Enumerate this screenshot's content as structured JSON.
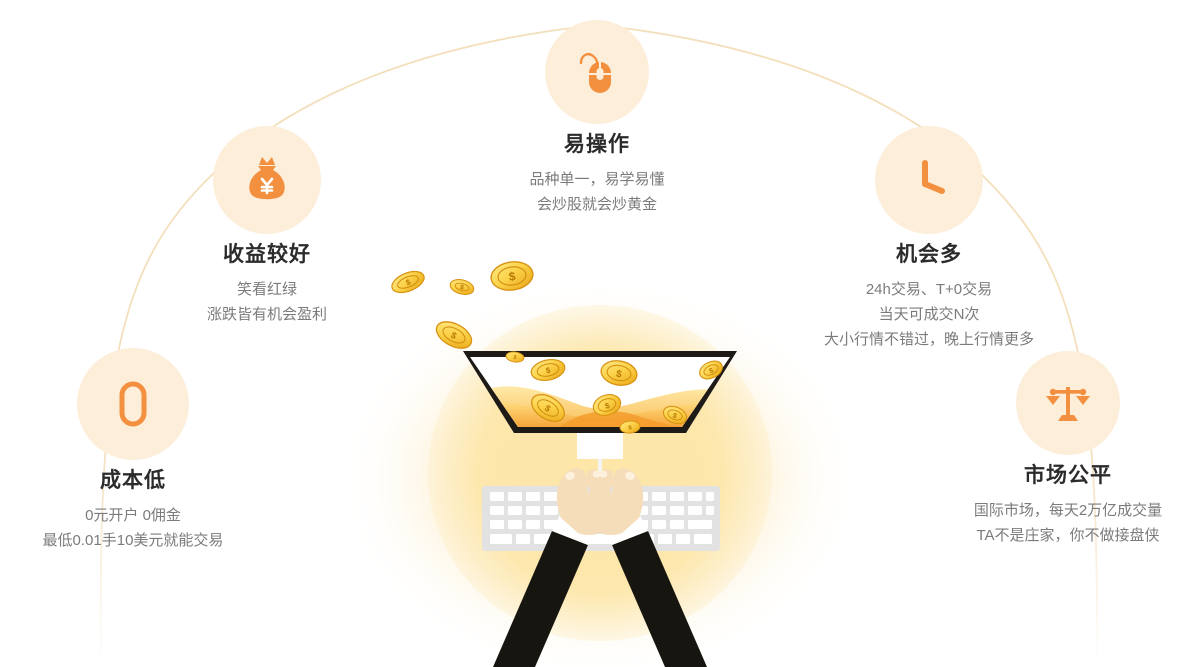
{
  "page": {
    "background_color": "#ffffff",
    "accent_color": "#f2903f",
    "bubble_color": "#fceed9",
    "arc_color": "#f4dfbc",
    "title_color": "#2b2b2b",
    "desc_color": "#7b7b7b"
  },
  "features": [
    {
      "id": "cost-low",
      "icon": "zero-digit-icon",
      "icon_glyph": "0",
      "title": "成本低",
      "desc_lines": [
        "0元开户 0佣金",
        "最低0.01手10美元就能交易"
      ]
    },
    {
      "id": "good-return",
      "icon": "money-bag-icon",
      "icon_glyph": "¥",
      "title": "收益较好",
      "desc_lines": [
        "笑看红绿",
        "涨跌皆有机会盈利"
      ]
    },
    {
      "id": "easy-operate",
      "icon": "computer-mouse-icon",
      "icon_glyph": "",
      "title": "易操作",
      "desc_lines": [
        "品种单一，易学易懂",
        "会炒股就会炒黄金"
      ]
    },
    {
      "id": "many-chances",
      "icon": "clock-icon",
      "icon_glyph": "",
      "title": "机会多",
      "desc_lines": [
        "24h交易、T+0交易",
        "当天可成交N次",
        "大小行情不错过，晚上行情更多"
      ]
    },
    {
      "id": "fair-market",
      "icon": "balance-scale-icon",
      "icon_glyph": "",
      "title": "市场公平",
      "desc_lines": [
        "国际市场，每天2万亿成交量",
        "TA不是庄家，你不做接盘侠"
      ]
    }
  ],
  "illustration": {
    "name": "trader-at-desk-with-gold-coins",
    "elements": [
      "monitor-screen",
      "gold-coins",
      "keyboard",
      "hands",
      "suit-sleeves",
      "radial-glow"
    ],
    "coin_symbols": [
      "$",
      "$",
      "$",
      "$",
      "$",
      "$",
      "$",
      "$",
      "$",
      "$",
      "$"
    ]
  }
}
